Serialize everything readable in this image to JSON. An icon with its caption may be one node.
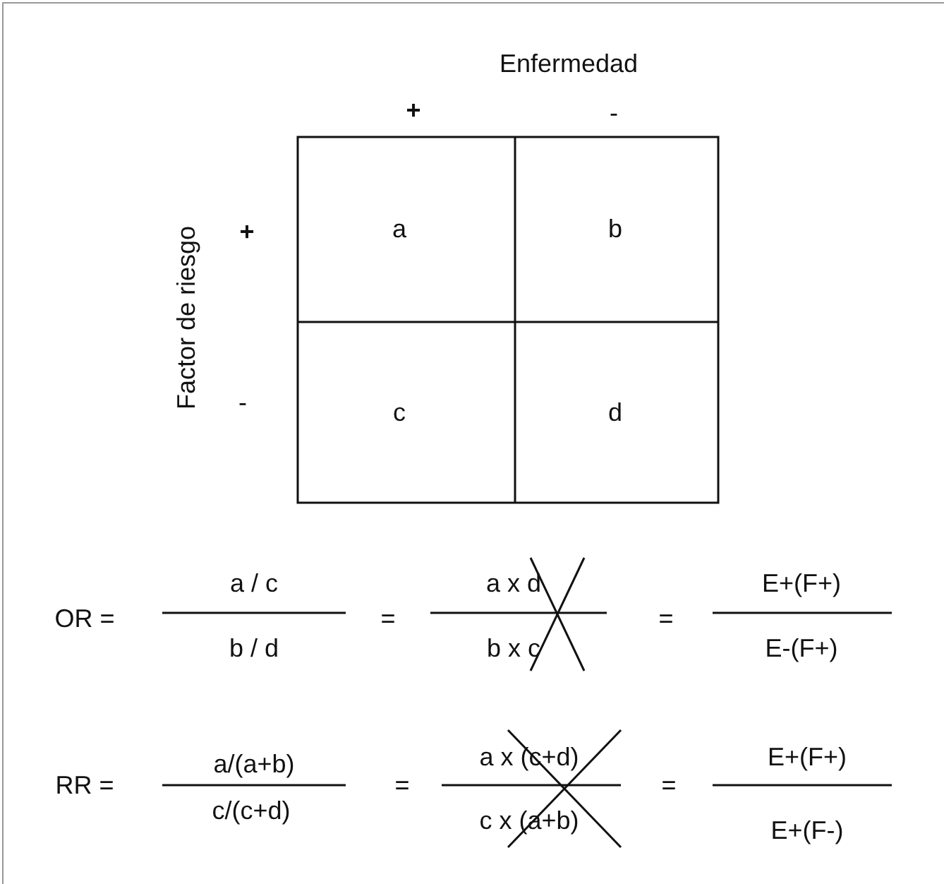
{
  "diagram": {
    "labels": [
      "Enfermedad",
      "+",
      "-",
      "Factor de riesgo",
      "+",
      "a",
      "b",
      "-",
      "c",
      "d",
      "OR =",
      "a / c",
      "b / d",
      "=",
      "a x d",
      "b x c",
      "=",
      "E+(F+)",
      "E-(F+)",
      "RR =",
      "a/(a+b)",
      "c/(c+d)",
      "=",
      "a x (c+d)",
      "c x (a+b)",
      "=",
      "E+(F+)",
      "E+(F-)"
    ]
  }
}
